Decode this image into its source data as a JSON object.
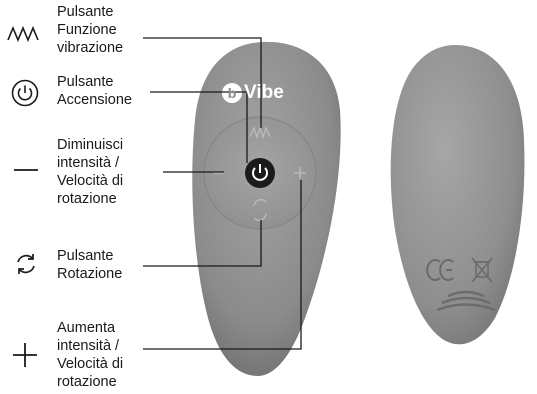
{
  "labels": {
    "vibration": [
      "Pulsante",
      "Funzione",
      "vibrazione"
    ],
    "power": [
      "Pulsante",
      "Accensione"
    ],
    "minus": [
      "Diminuisci",
      "intensità /",
      "Velocità di",
      "rotazione"
    ],
    "rotation": [
      "Pulsante",
      "Rotazione"
    ],
    "plus": [
      "Aumenta",
      "intensità /",
      "Velocità di",
      "rotazione"
    ]
  },
  "brand": {
    "logo_b": "b",
    "logo_text": "Vibe"
  },
  "remote_buttons": {
    "minus": "−",
    "plus": "+"
  },
  "icons": [
    "vibration-wave-icon",
    "power-icon",
    "minus-icon",
    "rotation-icon",
    "plus-icon"
  ],
  "colors": {
    "device": "#8c8c8c",
    "device_dark": "#777777",
    "button_area": "#9a9a9a",
    "power_dot": "#1b1b1b",
    "line": "#1a1a1a"
  }
}
